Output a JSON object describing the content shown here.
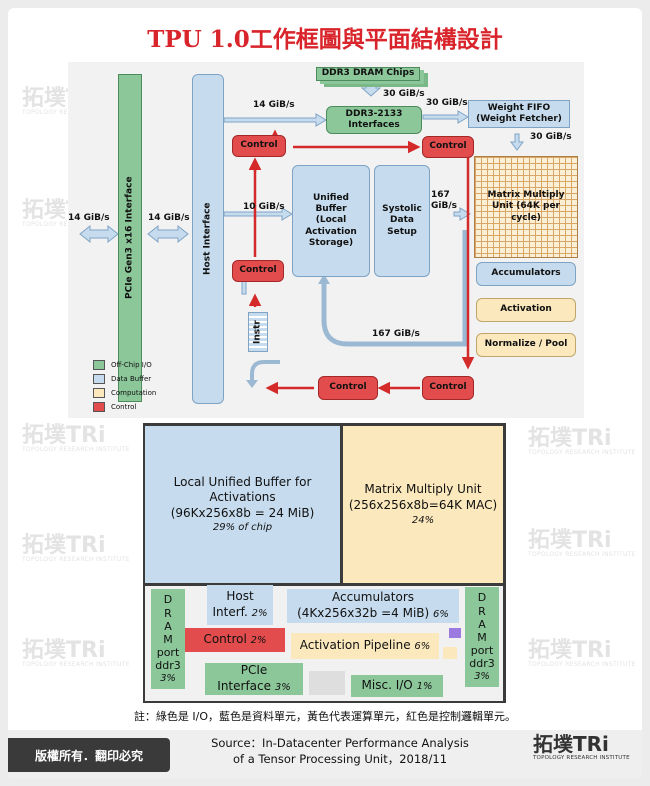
{
  "title": "TPU 1.0工作框圖與平面結構設計",
  "watermark": {
    "brand": "拓墣TRi",
    "sub": "TOPOLOGY RESEARCH INSTITUTE"
  },
  "block_diagram": {
    "pcie": "PCIe Gen3 x16 Interface",
    "host_interface": "Host Interface",
    "dram_chips": "DDR3 DRAM Chips",
    "ddr3_interfaces": "DDR3-2133 Interfaces",
    "weight_fifo": "Weight FIFO (Weight Fetcher)",
    "unified_buffer": "Unified Buffer (Local Activation Storage)",
    "systolic": "Systolic Data Setup",
    "mmu": "Matrix Multiply Unit (64K per cycle)",
    "accumulators": "Accumulators",
    "activation": "Activation",
    "normalize": "Normalize / Pool",
    "control": "Control",
    "instr": "Instr",
    "bw": {
      "pcie_left": "14 GiB/s",
      "pcie_host": "14 GiB/s",
      "host_ddr": "14 GiB/s",
      "dram_ddr": "30 GiB/s",
      "ddr_fifo": "30 GiB/s",
      "fifo_mmu": "30 GiB/s",
      "host_ub": "10 GiB/s",
      "sys_mmu": "167 GiB/s",
      "return": "167 GiB/s"
    },
    "legend": [
      "Off-Chip I/O",
      "Data Buffer",
      "Computation",
      "Control"
    ]
  },
  "colors": {
    "io": "#8cc79a",
    "buffer": "#c6dcee",
    "compute": "#fbe8bd",
    "control": "#e34c4c",
    "title": "#d8242a"
  },
  "floorplan": {
    "ub": {
      "line1": "Local Unified Buffer for",
      "line2": "Activations",
      "line3": "(96Kx256x8b = 24 MiB)",
      "pct": "29% of chip"
    },
    "mmu": {
      "line1": "Matrix Multiply Unit",
      "line2": "(256x256x8b=64K MAC)",
      "pct": "24%"
    },
    "dram_left": {
      "letters": [
        "D",
        "R",
        "A",
        "M"
      ],
      "port": "port",
      "ddr": "ddr3",
      "pct": "3%"
    },
    "dram_right": {
      "letters": [
        "D",
        "R",
        "A",
        "M"
      ],
      "port": "port",
      "ddr": "ddr3",
      "pct": "3%"
    },
    "host": {
      "line1": "Host",
      "line2": "Interf.",
      "pct": "2%"
    },
    "acc": {
      "line1": "Accumulators",
      "line2": "(4Kx256x32b =4 MiB)",
      "pct": "6%"
    },
    "control": {
      "label": "Control",
      "pct": "2%"
    },
    "act_pipe": {
      "label": "Activation Pipeline",
      "pct": "6%"
    },
    "pcie": {
      "line1": "PCIe",
      "line2": "Interface",
      "pct": "3%"
    },
    "misc": {
      "label": "Misc. I/O",
      "pct": "1%"
    }
  },
  "note": "註：綠色是 I/O，藍色是資料單元，黃色代表運算單元，紅色是控制邏輯單元。",
  "copyright": "版權所有．翻印必究",
  "source_line1": "Source：In-Datacenter Performance Analysis",
  "source_line2": "of a Tensor Processing Unit，2018/11",
  "logo": {
    "brand": "拓墣TRi",
    "sub": "TOPOLOGY RESEARCH INSTITUTE"
  }
}
